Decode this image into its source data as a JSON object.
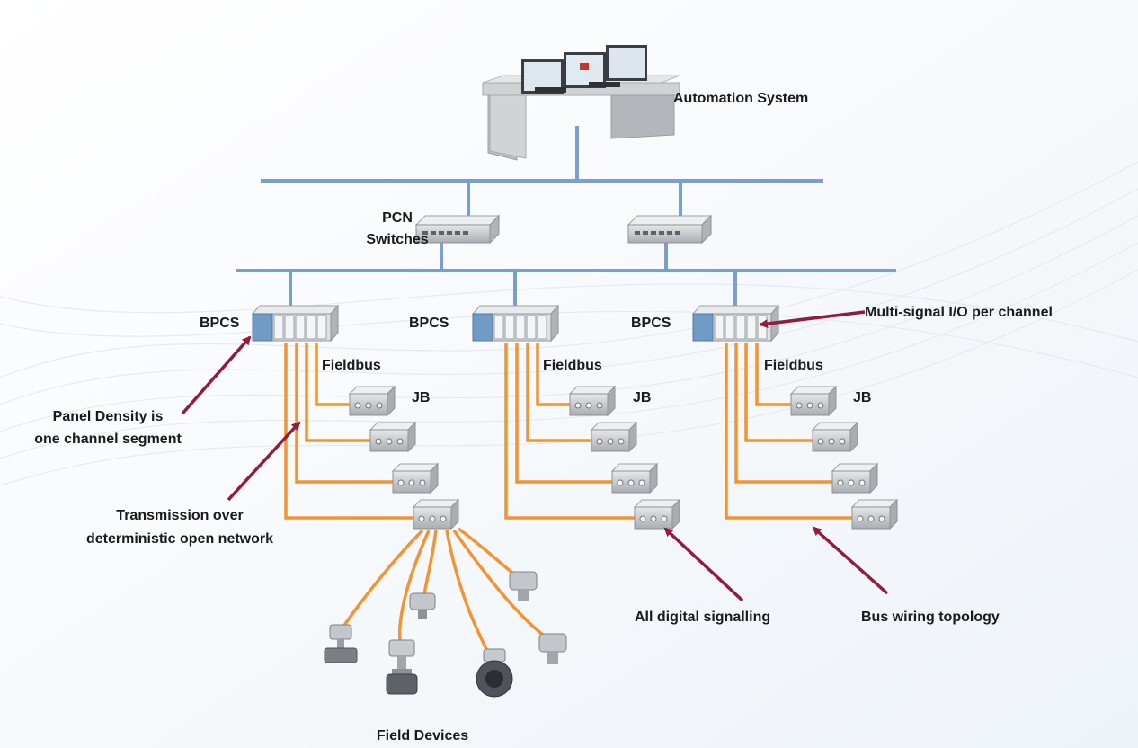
{
  "labels": {
    "automation_system": "Automation System",
    "pcn_line1": "PCN",
    "pcn_line2": "Switches",
    "bpcs": "BPCS",
    "fieldbus": "Fieldbus",
    "jb": "JB",
    "multi_signal": "Multi-signal I/O per channel",
    "panel_density_line1": "Panel Density is",
    "panel_density_line2": "one channel segment",
    "transmission_line1": "Transmission over",
    "transmission_line2": "deterministic open network",
    "all_digital": "All digital signalling",
    "bus_wiring": "Bus wiring topology",
    "field_devices": "Field Devices"
  },
  "colors": {
    "network_line": "#7b9ecf",
    "fieldbus_line": "#f39332",
    "arrow": "#951b3b",
    "device_gray": "#c9ccd0",
    "controller_blue": "#6f9bc4"
  },
  "icons": [
    "workstation-icon",
    "network-switch-icon",
    "controller-icon",
    "junction-box-icon",
    "transmitter-icon",
    "valve-icon",
    "flowmeter-icon"
  ]
}
